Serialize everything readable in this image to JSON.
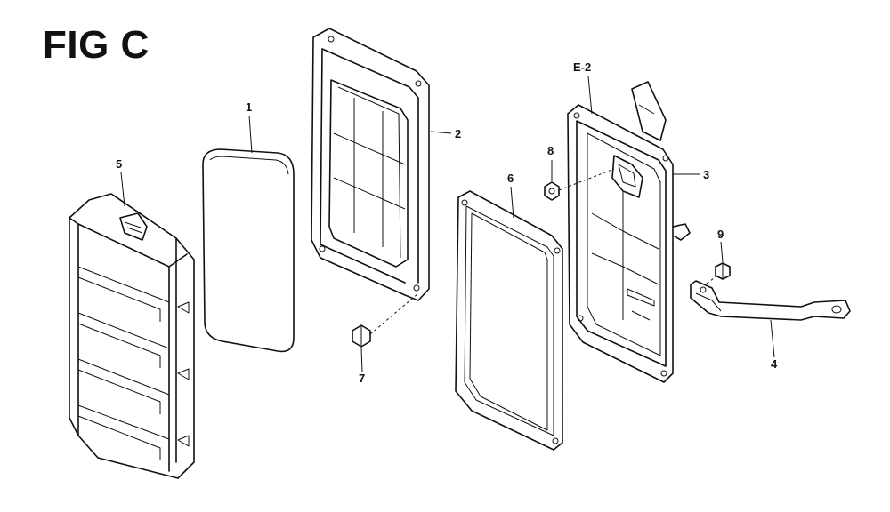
{
  "figure": {
    "title": "FIG C"
  },
  "callouts": {
    "c1": "1",
    "c2": "2",
    "c3": "3",
    "c4": "4",
    "c5": "5",
    "c6": "6",
    "c7": "7",
    "c8": "8",
    "c9": "9",
    "ref": "E-2"
  },
  "colors": {
    "line": "#111111",
    "background": "#ffffff"
  }
}
